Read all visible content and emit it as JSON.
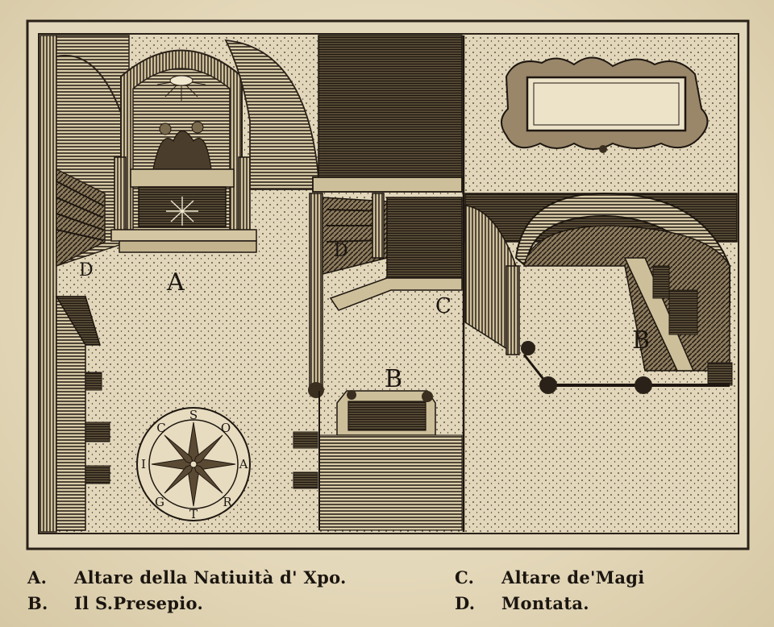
{
  "plate": {
    "labels": {
      "A": "A",
      "B_left": "B",
      "B_right": "B",
      "C": "C",
      "D_left": "D",
      "D_stairs": "D"
    },
    "compass": {
      "top": "S",
      "upper_right": "O",
      "right": "A",
      "lower_right": "R",
      "bottom": "T",
      "lower_left": "G",
      "left": "I",
      "upper_left": "C"
    }
  },
  "legend": [
    {
      "key": "A.",
      "text": "Altare della Natiuità d' Xpo."
    },
    {
      "key": "B.",
      "text": "Il S.Presepio."
    },
    {
      "key": "C.",
      "text": "Altare de'Magi"
    },
    {
      "key": "D.",
      "text": "Montata."
    }
  ]
}
